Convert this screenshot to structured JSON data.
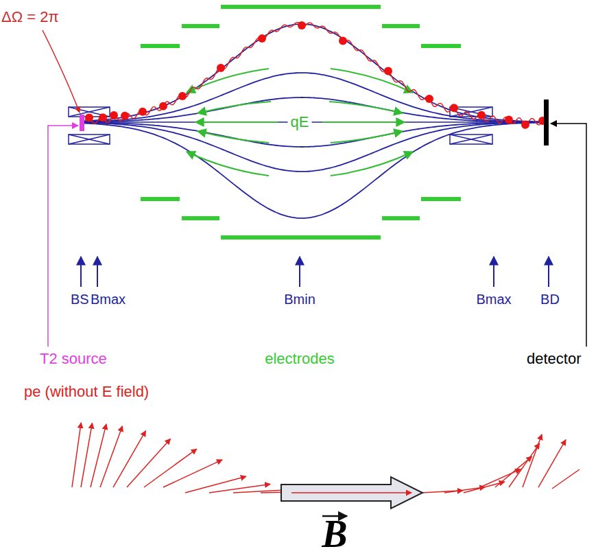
{
  "diagram": {
    "labels": [
      "ΔΩ = 2π",
      "qE",
      "BS",
      "Bmax",
      "Bmin",
      "Bmax",
      "BD",
      "T2 source",
      "electrodes",
      "detector",
      "pe (without E field)",
      "B"
    ]
  }
}
